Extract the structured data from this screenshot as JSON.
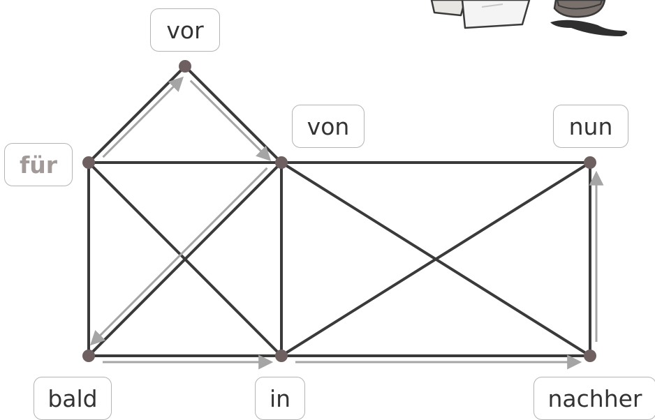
{
  "colors": {
    "edge": "#3a3a3a",
    "path": "#a5a5a5",
    "node": "#6e6060",
    "start_label": "#a29a99",
    "label": "#333333",
    "box_border": "#b4b4b4"
  },
  "nodes": [
    {
      "id": "vor",
      "label": "vor",
      "start": false
    },
    {
      "id": "fuer",
      "label": "für",
      "start": true
    },
    {
      "id": "von",
      "label": "von",
      "start": false
    },
    {
      "id": "nun",
      "label": "nun",
      "start": false
    },
    {
      "id": "bald",
      "label": "bald",
      "start": false
    },
    {
      "id": "in",
      "label": "in",
      "start": false
    },
    {
      "id": "nachher",
      "label": "nachher",
      "start": false
    }
  ],
  "edges": [
    [
      "fuer",
      "vor"
    ],
    [
      "vor",
      "von"
    ],
    [
      "fuer",
      "von"
    ],
    [
      "von",
      "nun"
    ],
    [
      "fuer",
      "bald"
    ],
    [
      "fuer",
      "in"
    ],
    [
      "von",
      "bald"
    ],
    [
      "von",
      "in"
    ],
    [
      "von",
      "nachher"
    ],
    [
      "in",
      "nun"
    ],
    [
      "nun",
      "nachher"
    ],
    [
      "bald",
      "in"
    ],
    [
      "in",
      "nachher"
    ]
  ],
  "path_sequence": [
    "fuer",
    "vor",
    "von",
    "bald",
    "in",
    "nachher",
    "nun"
  ],
  "decoration": "cartoon-character-holding-paper"
}
